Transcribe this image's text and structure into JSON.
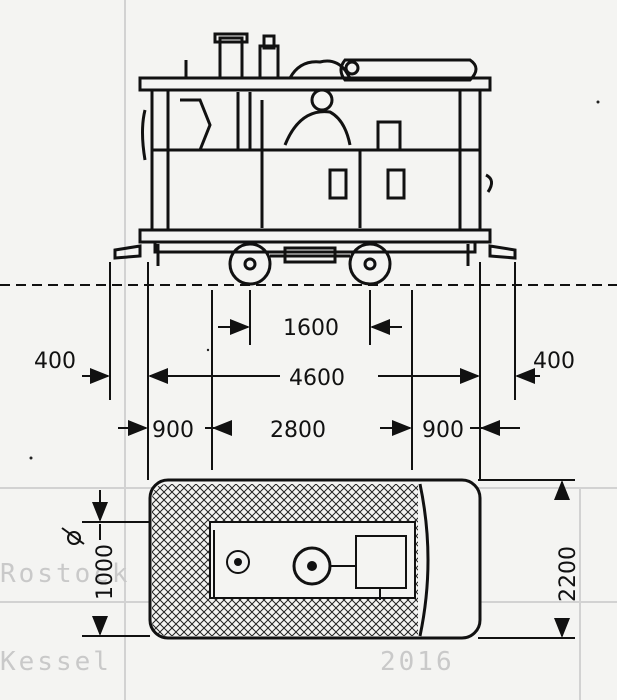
{
  "dimensions": {
    "wheelbase": "1600",
    "overall_length": "4600",
    "buffer_left": "400",
    "buffer_right": "400",
    "overhang_left": "900",
    "center_span": "2800",
    "overhang_right": "900",
    "width": "2200",
    "bunker_height": "1000"
  },
  "background_text": {
    "line1": "Rostock Gesch.",
    "line2": "Kessel",
    "line3": "2016"
  },
  "colors": {
    "ink": "#111111",
    "paper": "#f4f4f2",
    "ghost": "#c9c9c9"
  }
}
